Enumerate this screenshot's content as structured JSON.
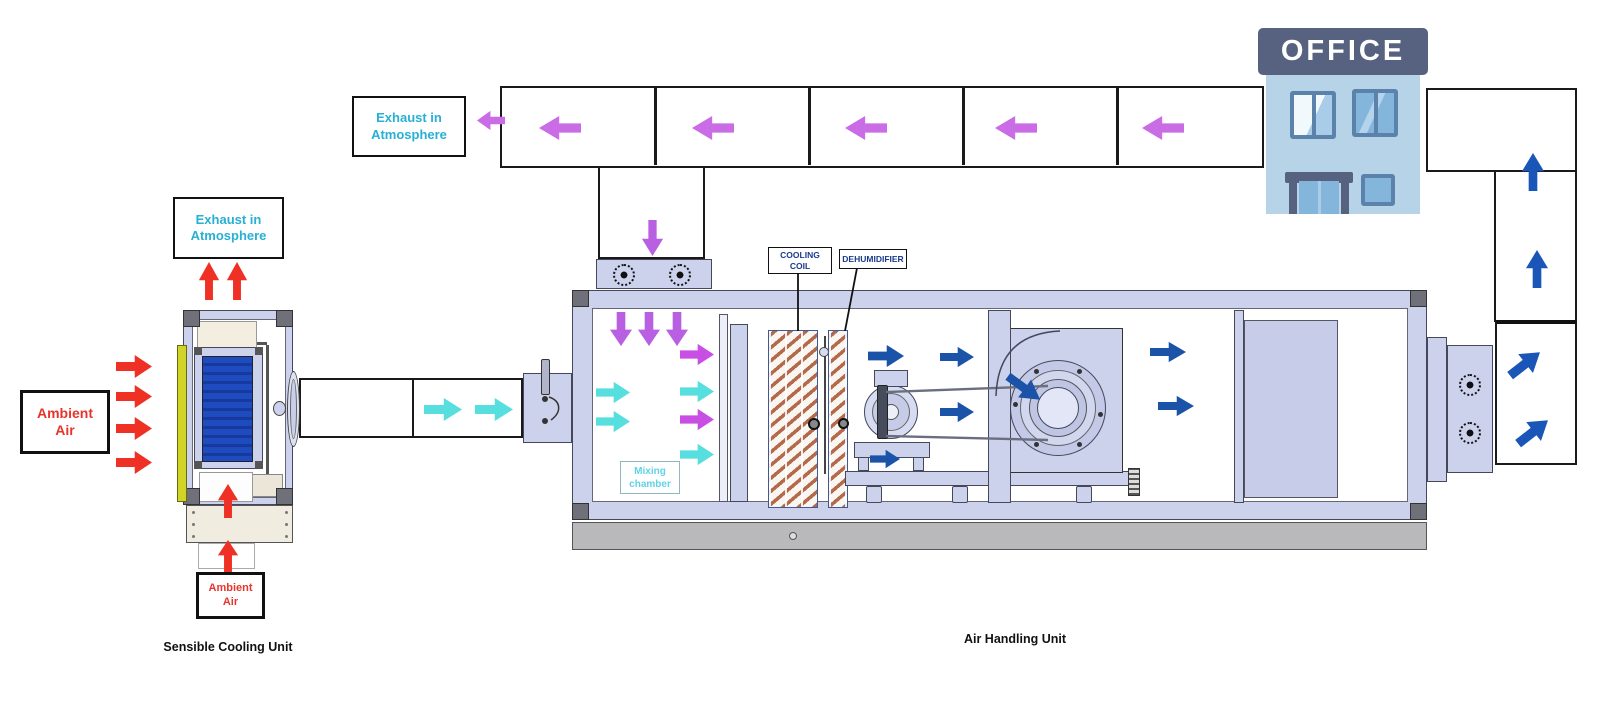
{
  "title": "HVAC airflow diagram with Sensible Cooling Unit, Air Handling Unit and Office",
  "colors": {
    "red_arrow": "#ee3124",
    "cyan_arrow": "#57dede",
    "cyan_text": "#27b0d4",
    "orchid_arrow": "#c96ce6",
    "violet_arrow": "#b95fe2",
    "magenta_arrow": "#c94fe4",
    "blue_arrow": "#1a53a8",
    "navy_label_text": "#1a3a8c",
    "unit_frame_lavender": "#ccd1ec",
    "base_gray": "#b9b9bb",
    "coil_orange": "#b3694a",
    "yellow_panel": "#d0d426",
    "cooling_media_blue": "#1e4cc0",
    "office_sign": "#56627f",
    "office_body": "#b7d3e8",
    "office_window": "#84b5da"
  },
  "boxes": {
    "exhaust_top": {
      "line1": "Exhaust in",
      "line2": "Atmosphere"
    },
    "exhaust_left": {
      "line1": "Exhaust in",
      "line2": "Atmosphere"
    },
    "ambient_left": {
      "line1": "Ambient",
      "line2": "Air"
    },
    "ambient_bottom": {
      "line1": "Ambient",
      "line2": "Air"
    }
  },
  "component_labels": {
    "cooling_coil": "COOLING COIL",
    "dehumidifier": "DEHUMIDIFIER",
    "mixing_chamber_line1": "Mixing",
    "mixing_chamber_line2": "chamber"
  },
  "unit_labels": {
    "sensible_cooling_unit": "Sensible Cooling Unit",
    "air_handling_unit": "Air Handling Unit"
  },
  "office": {
    "sign": "OFFICE"
  }
}
